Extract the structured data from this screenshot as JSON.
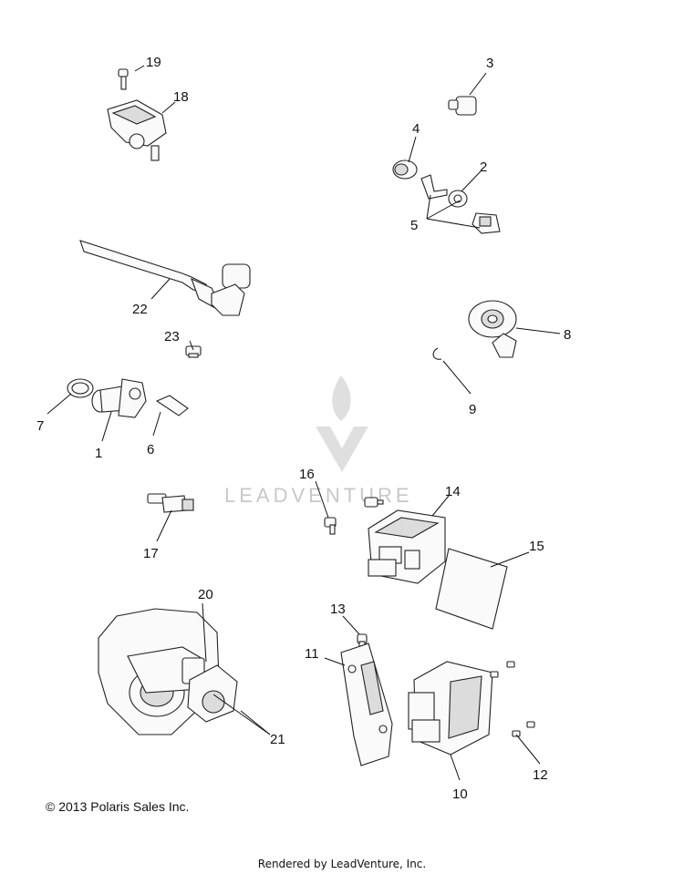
{
  "diagram": {
    "callouts": [
      "19",
      "18",
      "3",
      "4",
      "2",
      "5",
      "22",
      "8",
      "23",
      "9",
      "7",
      "1",
      "6",
      "16",
      "14",
      "15",
      "17",
      "20",
      "13",
      "11",
      "21",
      "12",
      "10"
    ],
    "watermark": "LEADVENTURE",
    "copyright": "© 2013 Polaris Sales Inc.",
    "footer": "Rendered by LeadVenture, Inc."
  }
}
